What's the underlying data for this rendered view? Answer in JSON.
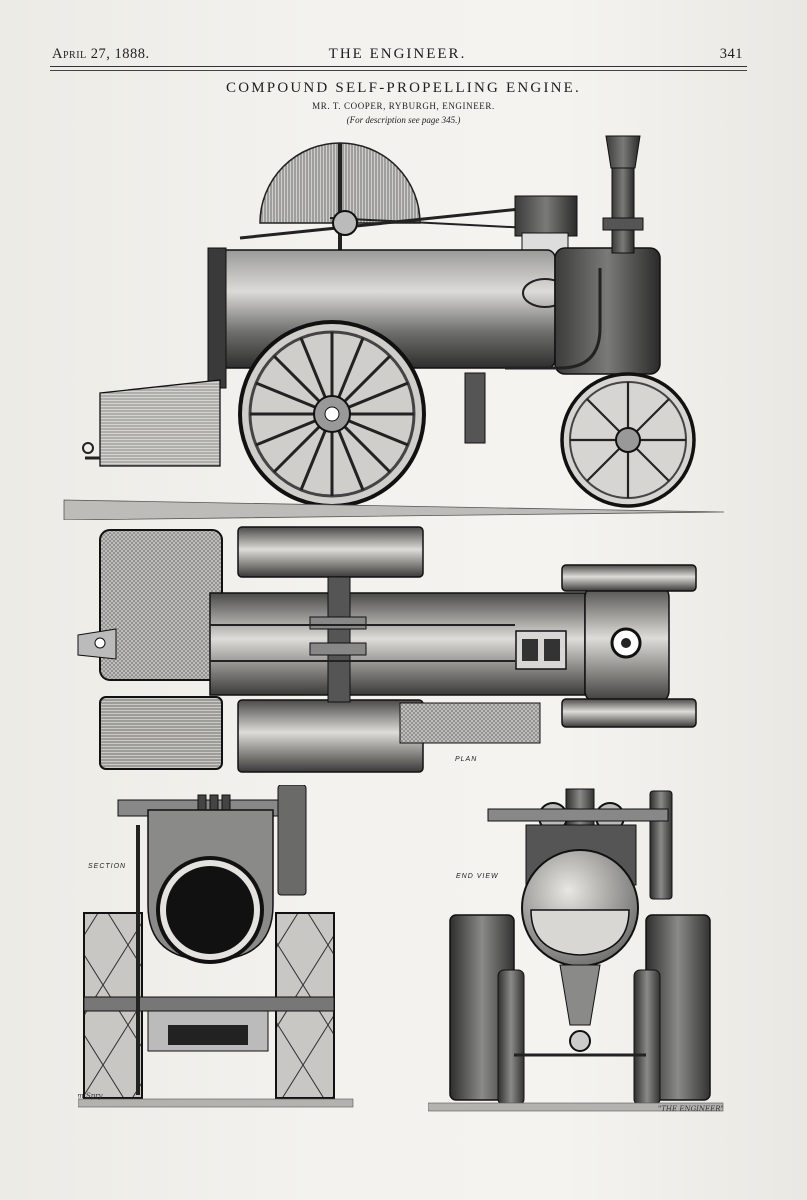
{
  "header": {
    "date": "April 27, 1888.",
    "journal": "THE ENGINEER.",
    "page_number": "341"
  },
  "article": {
    "title": "COMPOUND SELF-PROPELLING ENGINE.",
    "subtitle": "MR. T. COOPER, RYBURGH, ENGINEER.",
    "note": "(For description see page 345.)"
  },
  "figures": {
    "plan_label": "PLAN",
    "section_label": "SECTION",
    "end_view_label": "END VIEW",
    "engraver_signature": "Sam Spry",
    "credit": "\"THE ENGINEER\""
  }
}
